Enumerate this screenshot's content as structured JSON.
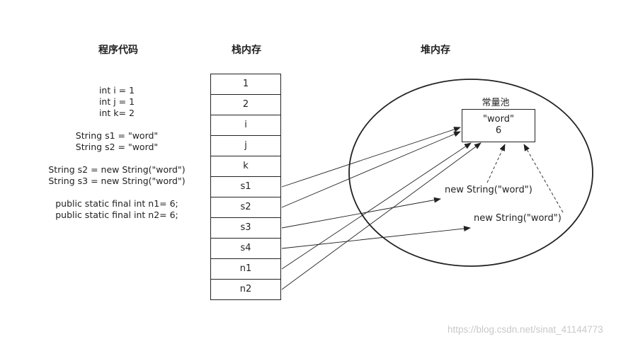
{
  "headings": {
    "code": "程序代码",
    "stack": "栈内存",
    "heap": "堆内存"
  },
  "code_groups": [
    [
      "int i = 1",
      "int j = 1",
      "int k= 2"
    ],
    [
      "String s1 = \"word\"",
      "String s2 = \"word\""
    ],
    [
      "String s2 = new String(\"word\")",
      "String s3 = new String(\"word\")"
    ],
    [
      "public static final int n1= 6;",
      "public static final int n2= 6;"
    ]
  ],
  "stack_cells": [
    "1",
    "2",
    "i",
    "j",
    "k",
    "s1",
    "s2",
    "s3",
    "s4",
    "n1",
    "n2"
  ],
  "constant_pool": {
    "label": "常量池",
    "line1": "\"word\"",
    "line2": "6"
  },
  "heap_objects": [
    "new String(\"word\")",
    "new String(\"word\")"
  ],
  "watermark": "https://blog.csdn.net/sinat_41144773",
  "colors": {
    "line": "#222222",
    "watermark": "#c9c9c9"
  }
}
